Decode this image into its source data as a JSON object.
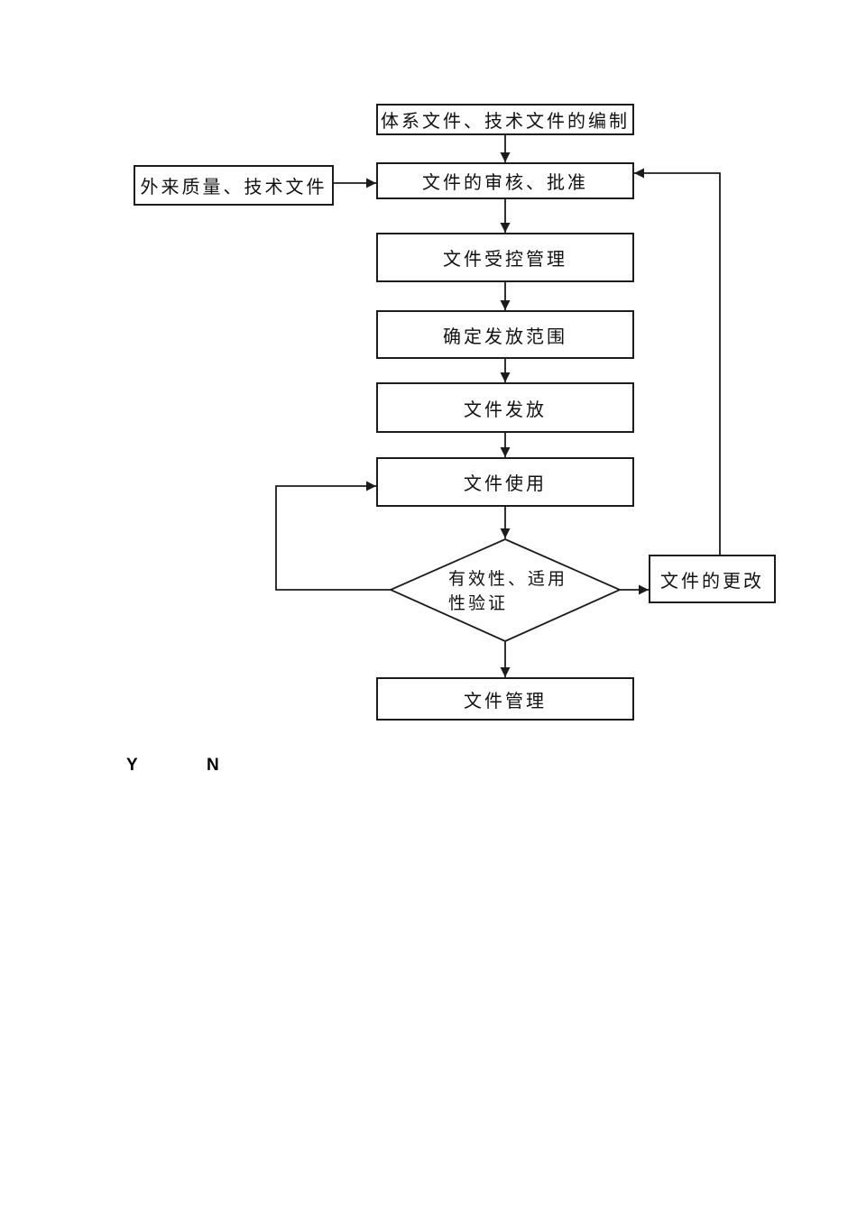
{
  "diagram": {
    "title_hint": "document-control-flowchart",
    "nodes": {
      "compile": {
        "label": "体系文件、技术文件的编制"
      },
      "external": {
        "label": "外来质量、技术文件"
      },
      "review": {
        "label": "文件的审核、批准"
      },
      "controlled": {
        "label": "文件受控管理"
      },
      "scope": {
        "label": "确定发放范围"
      },
      "distribute": {
        "label": "文件发放"
      },
      "use": {
        "label": "文件使用"
      },
      "verify": {
        "line1": "有效性、适用",
        "line2": "性验证"
      },
      "change": {
        "label": "文件的更改"
      },
      "manage": {
        "label": "文件管理"
      }
    },
    "labels": {
      "yes": "Y",
      "no": "N"
    },
    "colors": {
      "border": "#1c1c1c",
      "line": "#1c1c1c",
      "background": "#ffffff",
      "text": "#111111"
    }
  }
}
